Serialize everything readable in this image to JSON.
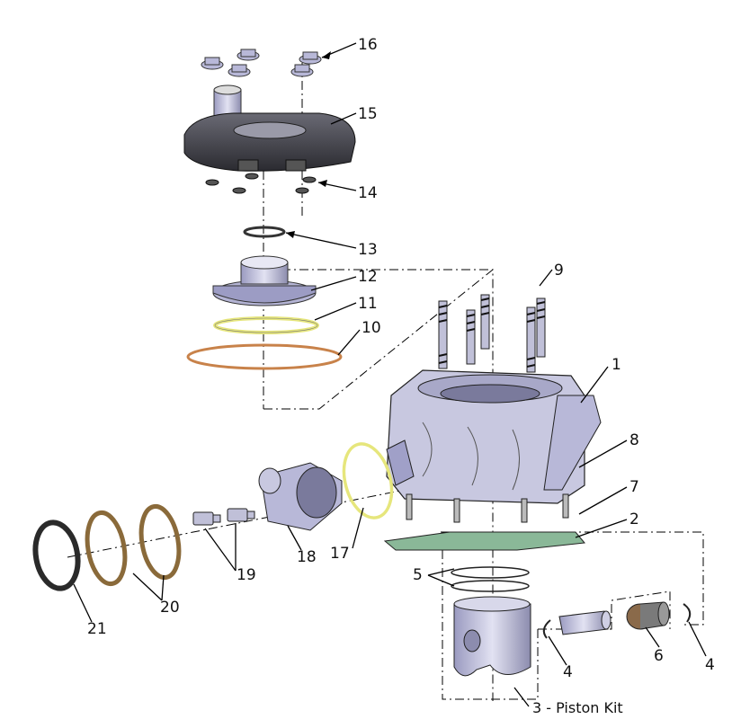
{
  "callouts": {
    "c1": "1",
    "c2": "2",
    "c3": "3 - Piston Kit",
    "c4a": "4",
    "c4b": "4",
    "c5": "5",
    "c6": "6",
    "c7": "7",
    "c8": "8",
    "c9": "9",
    "c10": "10",
    "c11": "11",
    "c12": "12",
    "c13": "13",
    "c14": "14",
    "c15": "15",
    "c16": "16",
    "c17": "17",
    "c18": "18",
    "c19": "19",
    "c20": "20",
    "c21": "21"
  },
  "colors": {
    "metal": "#c9c9e2",
    "metal_dark": "#8c8cae",
    "cover": "#3c3c44",
    "copper": "#c8824a",
    "yellow": "#eeee88",
    "gasket_green": "#8ab898",
    "black_ring": "#2a2a2a"
  }
}
